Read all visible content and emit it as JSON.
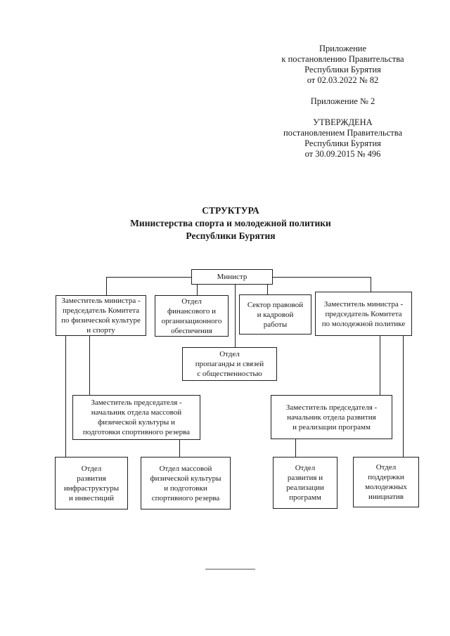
{
  "colors": {
    "line": "#1f1f1f",
    "divider": "#a6a6a6",
    "background": "#ffffff"
  },
  "stamp": {
    "lines": [
      "Приложение",
      "к постановлению Правительства",
      "Республики Бурятия",
      "от 02.03.2022 № 82",
      "",
      "Приложение № 2",
      "",
      "УТВЕРЖДЕНА",
      "постановлением Правительства",
      "Республики Бурятия",
      "от 30.09.2015 № 496"
    ]
  },
  "title": {
    "line1": "СТРУКТУРА",
    "line2": "Министерства спорта и молодежной политики",
    "line3": "Республики Бурятия"
  },
  "org": {
    "minister": {
      "label": "Министр"
    },
    "deputy_minister_sport": {
      "label": "Заместитель министра -\nпредседатель Комитета\nпо физической культуре\nи спорту"
    },
    "finance_dept": {
      "label": "Отдел\nфинансового и\nорганизационного\nобеспечения"
    },
    "legal_sector": {
      "label": "Сектор правовой\nи кадровой\nработы"
    },
    "deputy_minister_youth": {
      "label": "Заместитель министра -\nпредседатель Комитета\nпо молодежной политике"
    },
    "pr_dept": {
      "label": "Отдел\nпропаганды и связей\nс общественностью"
    },
    "deputy_chair_sport": {
      "label": "Заместитель председателя -\nначальник отдела массовой\nфизической культуры и\nподготовки спортивного резерва"
    },
    "deputy_chair_youth": {
      "label": "Заместитель председателя -\nначальник отдела развития\nи реализации программ"
    },
    "infra_dept": {
      "label": "Отдел\nразвития\nинфраструктуры\nи инвестиций"
    },
    "mass_sport_dept": {
      "label": "Отдел массовой\nфизической культуры\nи подготовки\nспортивного резерва"
    },
    "program_dept": {
      "label": "Отдел\nразвития и\nреализации\nпрограмм"
    },
    "youth_support_dept": {
      "label": "Отдел\nподдержки\nмолодежных\nинициатив"
    }
  }
}
